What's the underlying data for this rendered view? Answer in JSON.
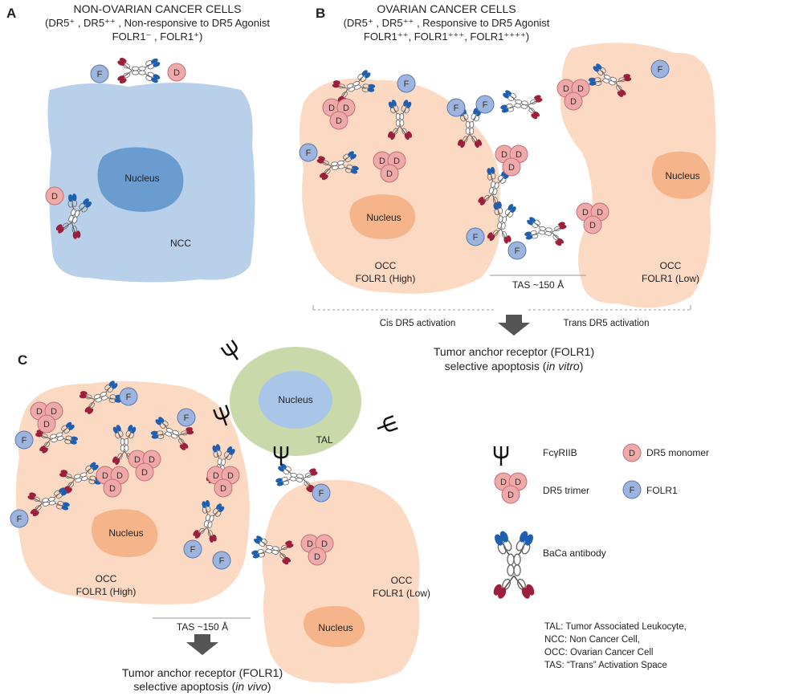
{
  "panel_a": {
    "letter": "A",
    "title": "NON-OVARIAN CANCER CELLS",
    "line2": "(DR5⁺ , DR5⁺⁺ , Non-responsive to DR5 Agonist",
    "line3": "FOLR1⁻ , FOLR1⁺)",
    "nucleus": "Nucleus",
    "cell_label": "NCC"
  },
  "panel_b": {
    "letter": "B",
    "title": "OVARIAN CANCER CELLS",
    "line2": "(DR5⁺ , DR5⁺⁺ , Responsive to DR5 Agonist",
    "line3": "FOLR1⁺⁺, FOLR1⁺⁺⁺, FOLR1⁺⁺⁺⁺)",
    "nucleus_left": "Nucleus",
    "nucleus_right": "Nucleus",
    "occ_left": "OCC",
    "occ_left_sub": "FOLR1 (High)",
    "occ_right": "OCC",
    "occ_right_sub": "FOLR1 (Low)",
    "tas": "TAS  ~150 Å",
    "cis": "Cis DR5 activation",
    "trans": "Trans DR5 activation",
    "caption_1": "Tumor anchor receptor (FOLR1)",
    "caption_2_pre": "selective apoptosis (",
    "caption_2_em": "in vitro",
    "caption_2_post": ")"
  },
  "panel_c": {
    "letter": "C",
    "nucleus_tal": "Nucleus",
    "tal": "TAL",
    "nucleus_left": "Nucleus",
    "nucleus_right": "Nucleus",
    "occ_left": "OCC",
    "occ_left_sub": "FOLR1 (High)",
    "occ_right": "OCC",
    "occ_right_sub": "FOLR1 (Low)",
    "tas": "TAS  ~150 Å",
    "caption_1": "Tumor anchor receptor (FOLR1)",
    "caption_2_pre": "selective apoptosis (",
    "caption_2_em": "in vivo",
    "caption_2_post": ")"
  },
  "markers": {
    "dr5": "D",
    "folr1": "F"
  },
  "legend": {
    "fcgr": "FcγRIIB",
    "dr5_monomer": "DR5 monomer",
    "dr5_trimer": "DR5 trimer",
    "folr1": "FOLR1",
    "baca": "BaCa antibody",
    "abbrev": [
      "TAL: Tumor Associated Leukocyte,",
      "NCC: Non Cancer Cell,",
      "OCC: Ovarian Cancer Cell",
      "TAS: “Trans” Activation Space"
    ]
  },
  "colors": {
    "ncc_fill": "#b9d0ea",
    "ncc_nucleus": "#6b9cd0",
    "occ_fill": "#fbd9c3",
    "occ_nucleus": "#f5b48a",
    "tal_fill": "#c9d9a9",
    "tal_nucleus": "#a9c6e8",
    "dr5": "#efa9a9",
    "folr1": "#9db5de",
    "ab_blue": "#1f5fb0",
    "ab_red": "#9c1f3c",
    "arrow": "#555555"
  }
}
